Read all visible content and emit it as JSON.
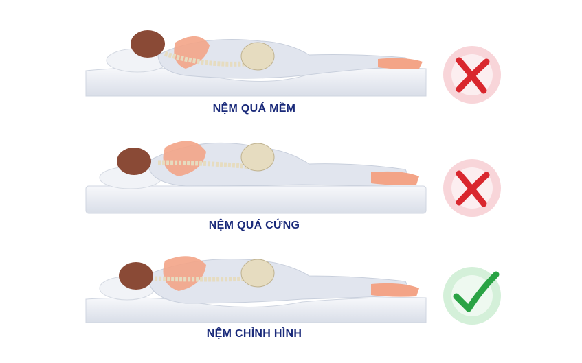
{
  "panels": [
    {
      "label": "NỆM QUÁ MỀM",
      "verdict": "cross-icon"
    },
    {
      "label": "NỆM QUÁ CỨNG",
      "verdict": "cross-icon"
    },
    {
      "label": "NỆM CHỈNH HÌNH",
      "verdict": "check-icon"
    }
  ],
  "colors": {
    "caption": "#1a2a7a",
    "cross": "#d9272e",
    "cross_glow": "#f6c7cc",
    "check": "#2aa345",
    "check_glow": "#c9ecd0",
    "mattress": "#e8ecf3",
    "body_suit": "#dfe3ec",
    "muscle": "#f3a487",
    "hair": "#8a4a36",
    "bone": "#e6dcc0"
  }
}
